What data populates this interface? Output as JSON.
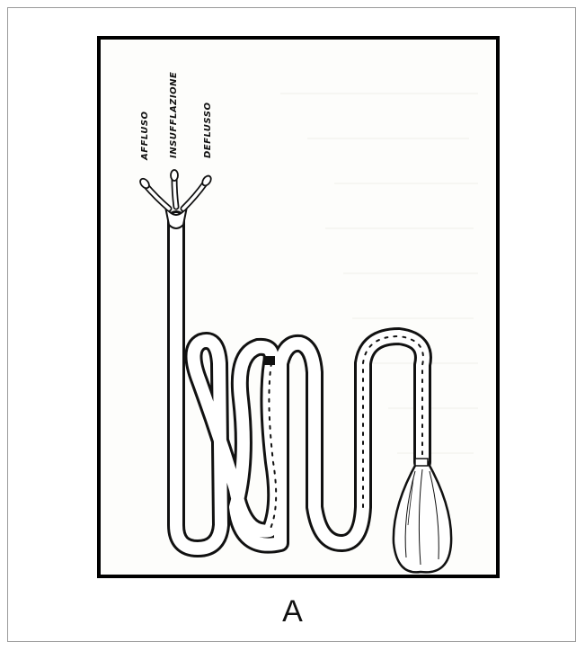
{
  "figure": {
    "caption": "A",
    "labels": {
      "afflusso": "AFFLUSO",
      "insufflazione": "INSUFFLAZIONE",
      "deflusso": "DEFLUSSO"
    }
  },
  "colors": {
    "ink": "#111111",
    "frame": "#000000",
    "paper": "#fdfdfb"
  }
}
